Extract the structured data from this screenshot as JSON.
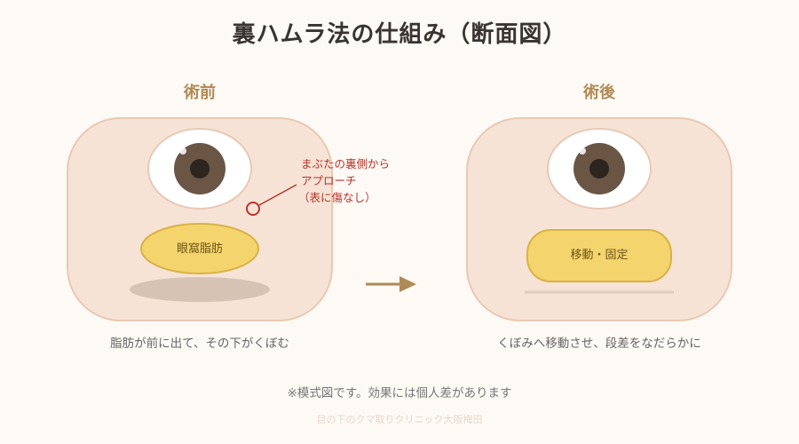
{
  "title": "裏ハムラ法の仕組み（断面図）",
  "before": {
    "label": "術前",
    "fat_label": "眼窩脂肪",
    "approach_lines": [
      "まぶたの裏側から",
      "アプローチ",
      "（表に傷なし）"
    ],
    "caption": "脂肪が前に出て、その下がくぼむ"
  },
  "after": {
    "label": "術後",
    "fat_label": "移動・固定",
    "caption": "くぼみへ移動させ、段差をなだらかに"
  },
  "note": "※模式図です。効果には個人差があります",
  "credit": "目の下のクマ取りクリニック大阪梅田",
  "colors": {
    "background": "#fdf9f4",
    "panel_fill": "#f6e3d6",
    "panel_stroke": "#e8c9b4",
    "fat_fill": "#f4d46c",
    "fat_stroke": "#d8b246",
    "iris": "#6b5646",
    "pupil": "#2e2420",
    "shadow": "#d7c3b3",
    "incision": "#b8342c",
    "arrow": "#b08a56",
    "title": "#3a3430"
  }
}
